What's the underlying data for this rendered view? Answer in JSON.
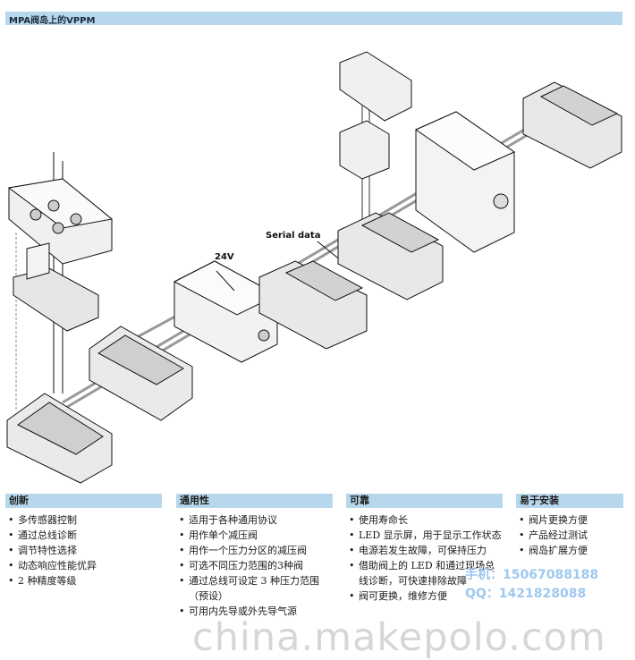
{
  "header": {
    "title": "MPA阀岛上的VPPM"
  },
  "diagram": {
    "label_serial": "Serial data",
    "label_24v": "24V"
  },
  "columns": [
    {
      "heading": "创新",
      "items": [
        "多传感器控制",
        "通过总线诊断",
        "调节特性选择",
        "动态响应性能优异",
        "2 种精度等级"
      ]
    },
    {
      "heading": "通用性",
      "items": [
        "适用于各种通用协议",
        "用作单个减压阀",
        "用作一个压力分区的减压阀",
        "可选不同压力范围的3种阀",
        "通过总线可设定 3 种压力范围（预设）",
        "可用内先导或外先导气源"
      ]
    },
    {
      "heading": "可靠",
      "items": [
        "使用寿命长",
        "LED 显示屏，用于显示工作状态",
        "电源若发生故障，可保持压力",
        "借助阀上的 LED 和通过现场总线诊断，可快速排除故障",
        "阀可更换，维修方便"
      ]
    },
    {
      "heading": "易于安装",
      "items": [
        "阀片更换方便",
        "产品经过测试",
        "阀岛扩展方便"
      ]
    }
  ],
  "watermark": {
    "phone": "手机：15067088188",
    "qq": "QQ：1421828088",
    "site": "china.makepolo.com"
  }
}
